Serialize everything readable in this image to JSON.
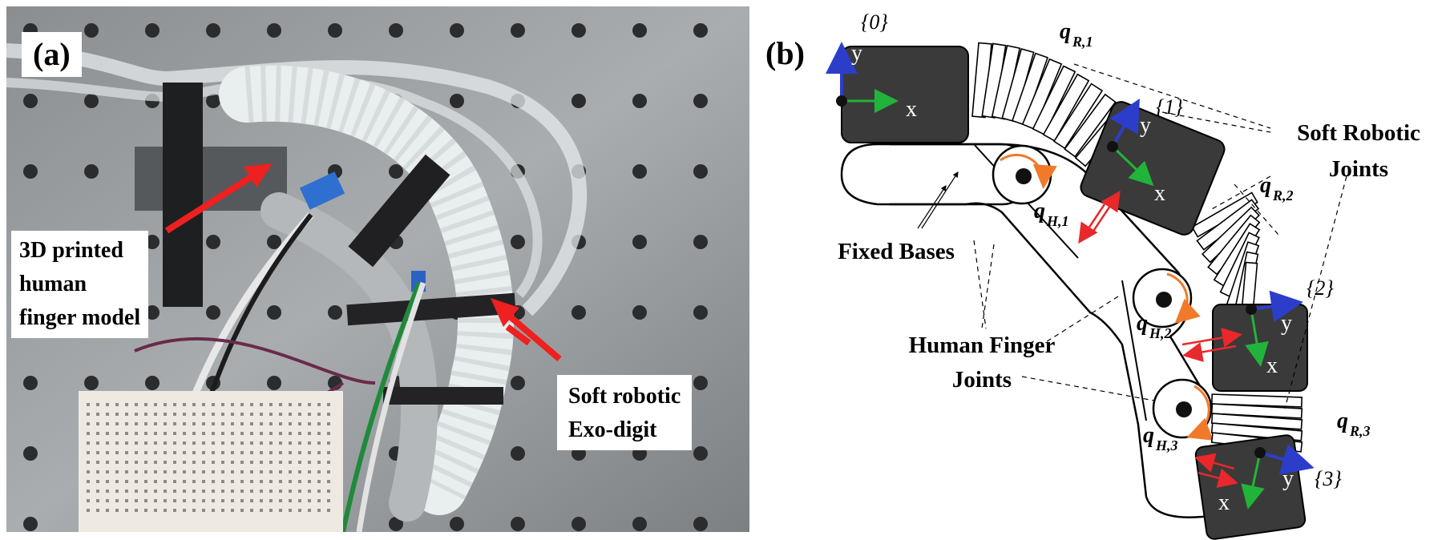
{
  "panel_a": {
    "label": "(a)",
    "finger_label": "3D printed\nhuman\nfinger model",
    "exo_label": "Soft robotic\nExo-digit"
  },
  "panel_b": {
    "label": "(b)",
    "frames": [
      "{0}",
      "{1}",
      "{2}",
      "{3}"
    ],
    "axis_x": "x",
    "axis_y": "y",
    "robot_joints": [
      {
        "base": "q",
        "sub": "R,1"
      },
      {
        "base": "q",
        "sub": "R,2"
      },
      {
        "base": "q",
        "sub": "R,3"
      }
    ],
    "human_joints": [
      {
        "base": "q",
        "sub": "H,1"
      },
      {
        "base": "q",
        "sub": "H,2"
      },
      {
        "base": "q",
        "sub": "H,3"
      }
    ],
    "soft_label_1": "Soft Robotic",
    "soft_label_2": "Joints",
    "fixed_label": "Fixed Bases",
    "human_label_1": "Human Finger",
    "human_label_2": "Joints"
  },
  "colors": {
    "block": "#3a3a3a",
    "x_axis": "#22b33a",
    "y_axis": "#2c3ec9",
    "arrow_red": "#e8282a",
    "rotation": "#f07a2a"
  }
}
